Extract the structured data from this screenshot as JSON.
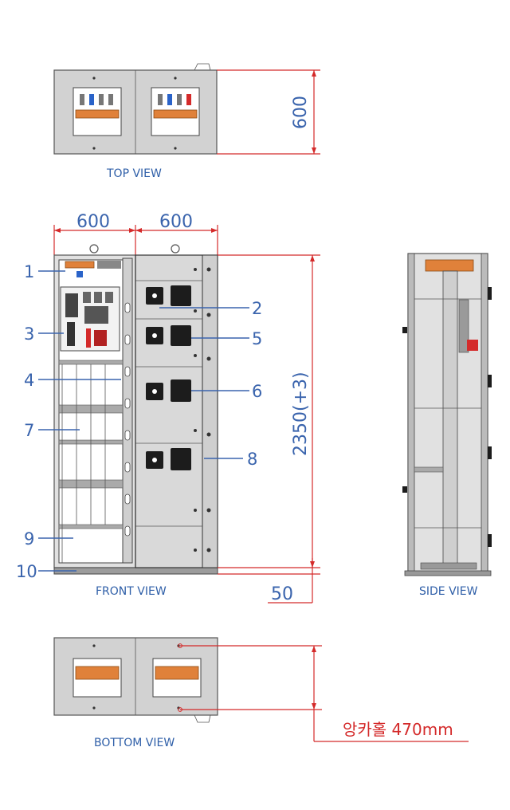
{
  "views": {
    "top": "TOP VIEW",
    "front": "FRONT VIEW",
    "side": "SIDE VIEW",
    "bottom": "BOTTOM VIEW"
  },
  "dimensions": {
    "top_depth": "600",
    "front_width_left": "600",
    "front_width_right": "600",
    "height": "2350(+3)",
    "base": "50",
    "anchor_hole": "앙카홀 470mm"
  },
  "callouts": [
    "1",
    "2",
    "3",
    "4",
    "5",
    "6",
    "7",
    "8",
    "9",
    "10"
  ],
  "colors": {
    "dimension_blue": "#3a64ad",
    "dimension_red": "#d42a2a",
    "copper_busbar": "#e0813a",
    "panel_gray": "#d9d9d9"
  }
}
